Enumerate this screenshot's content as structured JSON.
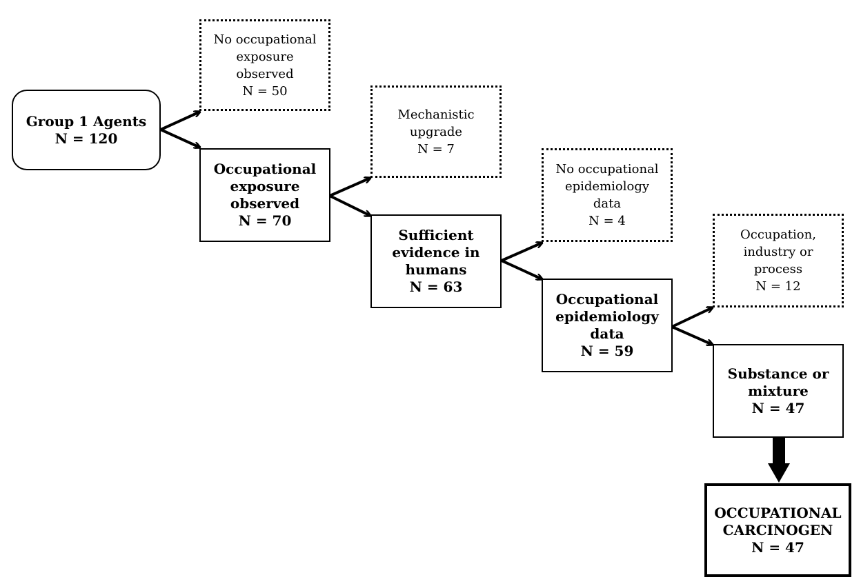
{
  "diagram": {
    "steps": [
      {
        "id": "group1",
        "lines": [
          "Group 1 Agents",
          "N = 120"
        ]
      },
      {
        "id": "occ-exposure",
        "lines": [
          "Occupational",
          "exposure",
          "observed",
          "N = 70"
        ]
      },
      {
        "id": "sufficient-evidence",
        "lines": [
          "Sufficient",
          "evidence in",
          "humans",
          "N = 63"
        ]
      },
      {
        "id": "occ-epi",
        "lines": [
          "Occupational",
          "epidemiology",
          "data",
          "N = 59"
        ]
      },
      {
        "id": "substance",
        "lines": [
          "Substance or",
          "mixture",
          "N = 47"
        ]
      },
      {
        "id": "carcinogen",
        "lines": [
          "OCCUPATIONAL",
          "CARCINOGEN",
          "N = 47"
        ]
      }
    ],
    "exclusions": [
      {
        "id": "no-exposure",
        "lines": [
          "No occupational",
          "exposure",
          "observed",
          "N = 50"
        ]
      },
      {
        "id": "mechanistic",
        "lines": [
          "Mechanistic",
          "upgrade",
          "N = 7"
        ]
      },
      {
        "id": "no-epi",
        "lines": [
          "No occupational",
          "epidemiology",
          "data",
          "N = 4"
        ]
      },
      {
        "id": "occupation",
        "lines": [
          "Occupation,",
          "industry or",
          "process",
          "N = 12"
        ]
      }
    ]
  }
}
